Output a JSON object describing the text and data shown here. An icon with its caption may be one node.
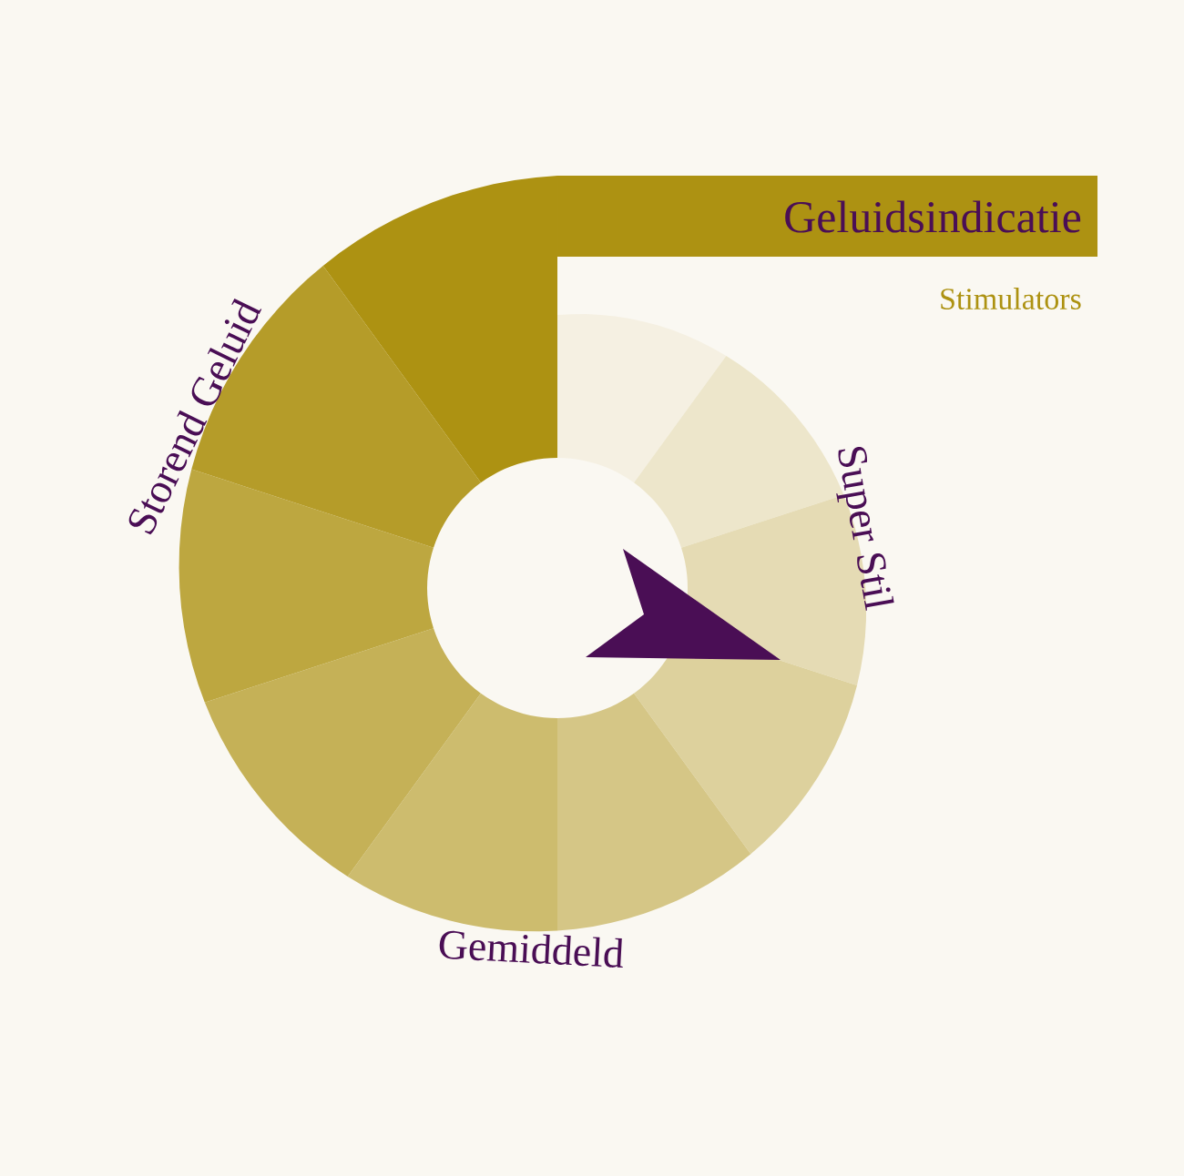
{
  "diagram": {
    "title": "Geluidsindicatie",
    "labels": [
      "Stimulators",
      "Storend Geluid",
      "Super Stil",
      "Gemiddeld"
    ]
  }
}
